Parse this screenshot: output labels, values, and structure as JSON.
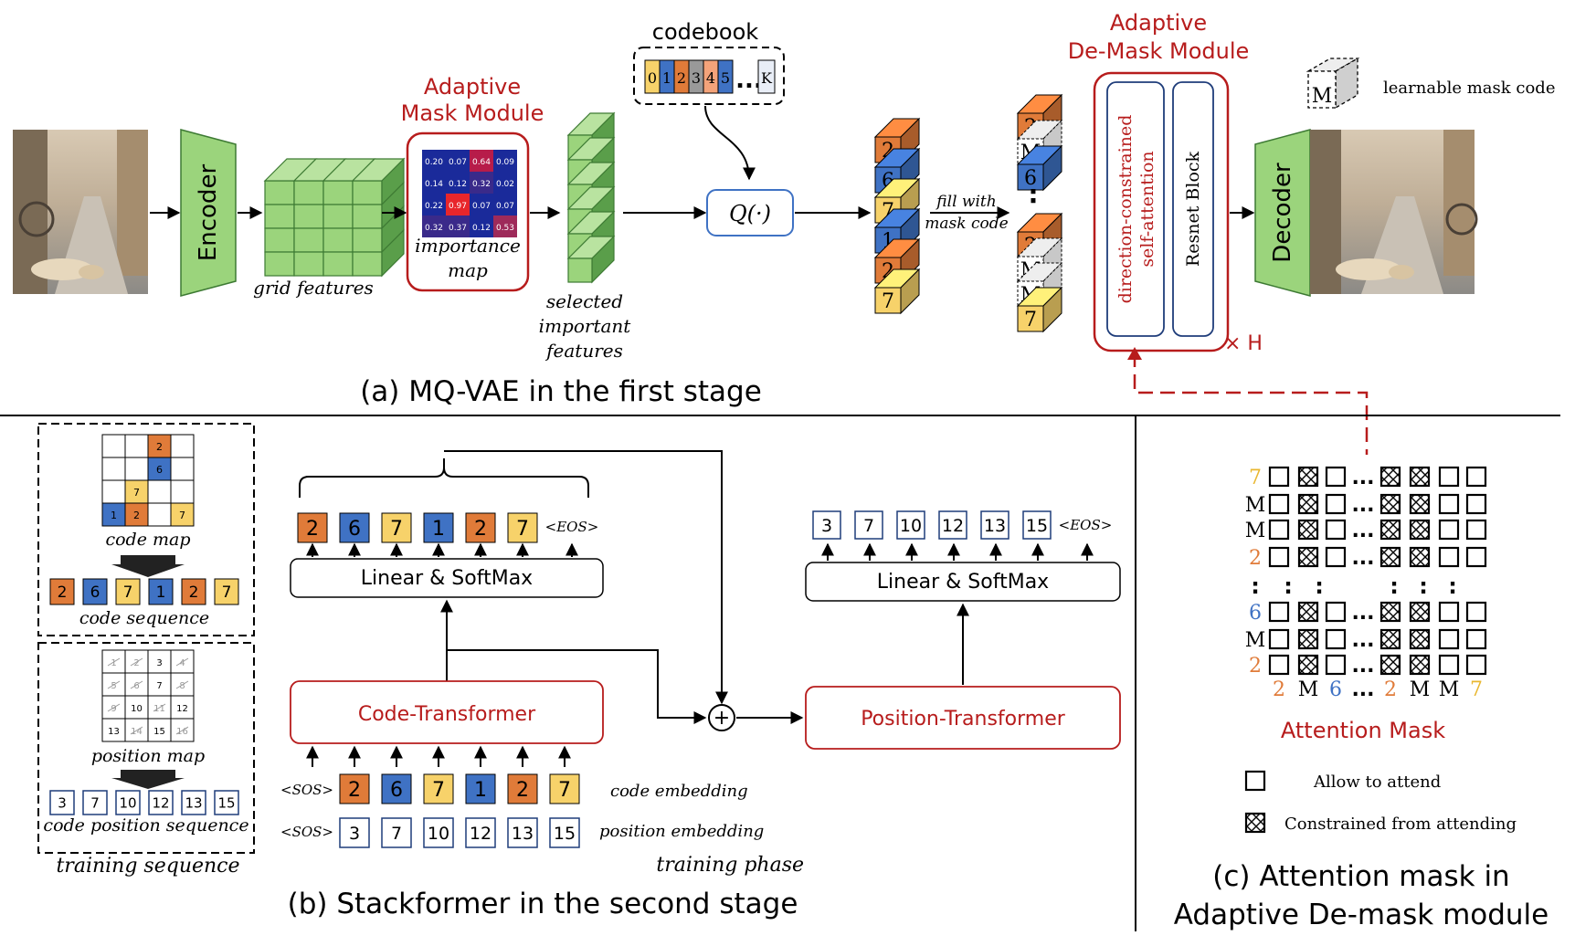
{
  "colors": {
    "orange": "#e07b39",
    "blue": "#3f72c4",
    "yellow": "#f7d26a",
    "green": "#9bd47c",
    "darkgreen": "#5a9e4a",
    "red": "#b71c1c",
    "gray": "#d9d9d9",
    "navy": "#1f3d7a"
  },
  "icons": {
    "input_image": "photo-street-dog-icon",
    "output_image": "photo-street-dog-icon",
    "mask_cube": "learnable-mask-cube-icon"
  },
  "stage1": {
    "caption": "(a) MQ-VAE in the first stage",
    "encoder": "Encoder",
    "decoder": "Decoder",
    "grid_features": "grid features",
    "mask_module_title": [
      "Adaptive",
      "Mask Module"
    ],
    "importance_values": [
      [
        "0.20",
        "0.07",
        "0.64",
        "0.09"
      ],
      [
        "0.14",
        "0.12",
        "0.32",
        "0.02"
      ],
      [
        "0.22",
        "0.97",
        "0.07",
        "0.07"
      ],
      [
        "0.32",
        "0.37",
        "0.12",
        "0.53"
      ]
    ],
    "importance_label": [
      "importance",
      "map"
    ],
    "selected_label": [
      "selected",
      "important",
      "features"
    ],
    "codebook_title": "codebook",
    "codebook_cells": [
      "0",
      "1",
      "2",
      "3",
      "4",
      "5"
    ],
    "codebook_ellipsis": "...",
    "codebook_last": "K",
    "quantizer": "Q(·)",
    "codes_stack": [
      "2",
      "6",
      "7",
      "1",
      "2",
      "7"
    ],
    "fill_label": [
      "fill with",
      "mask code"
    ],
    "filled_stack_top": [
      "2",
      "M",
      "6"
    ],
    "filled_stack_bottom": [
      "2",
      "M",
      "M",
      "7"
    ],
    "filled_ellipsis": ":",
    "demask_title": [
      "Adaptive",
      "De-Mask Module"
    ],
    "dc_attention": [
      "direction-constrained",
      "self-attention"
    ],
    "resnet_block": "Resnet Block",
    "times_h": "× H",
    "learnable_mask_code": "learnable mask code",
    "mask_glyph": "M"
  },
  "stage2": {
    "caption": "(b) Stackformer in the second stage",
    "code_map_label": "code map",
    "code_map_cells": [
      [
        "",
        "",
        "2",
        ""
      ],
      [
        "",
        "",
        "6",
        ""
      ],
      [
        "",
        "7",
        "",
        ""
      ],
      [
        "1",
        "2",
        "",
        "7"
      ]
    ],
    "code_sequence": [
      "2",
      "6",
      "7",
      "1",
      "2",
      "7"
    ],
    "code_sequence_label": "code sequence",
    "position_map_cells": [
      [
        "1",
        "2",
        "3",
        "4"
      ],
      [
        "5",
        "6",
        "7",
        "8"
      ],
      [
        "9",
        "10",
        "11",
        "12"
      ],
      [
        "13",
        "14",
        "15",
        "16"
      ]
    ],
    "position_map_label": "position map",
    "position_sequence": [
      "3",
      "7",
      "10",
      "12",
      "13",
      "15"
    ],
    "position_sequence_label": "code position sequence",
    "training_sequence_label": "training sequence",
    "code_outputs": [
      "2",
      "6",
      "7",
      "1",
      "2",
      "7"
    ],
    "eos": "<EOS>",
    "sos": "<SOS>",
    "linear_softmax": "Linear & SoftMax",
    "code_transformer": "Code-Transformer",
    "position_transformer": "Position-Transformer",
    "position_outputs": [
      "3",
      "7",
      "10",
      "12",
      "13",
      "15"
    ],
    "code_inputs": [
      "2",
      "6",
      "7",
      "1",
      "2",
      "7"
    ],
    "position_inputs": [
      "3",
      "7",
      "10",
      "12",
      "13",
      "15"
    ],
    "code_embedding_label": "code embedding",
    "position_embedding_label": "position embedding",
    "training_phase_label": "training phase",
    "plus": "+"
  },
  "stage3": {
    "caption": [
      "(c) Attention mask in",
      "Adaptive De-mask module"
    ],
    "title": "Attention Mask",
    "row_labels": [
      "7",
      "M",
      "M",
      "2",
      ":",
      "6",
      "M",
      "2"
    ],
    "col_labels": [
      "2",
      "M",
      "6",
      "...",
      "2",
      "M",
      "M",
      "7"
    ],
    "ellipsis": "...",
    "allow_label": "Allow to attend",
    "constrained_label": "Constrained from attending"
  }
}
